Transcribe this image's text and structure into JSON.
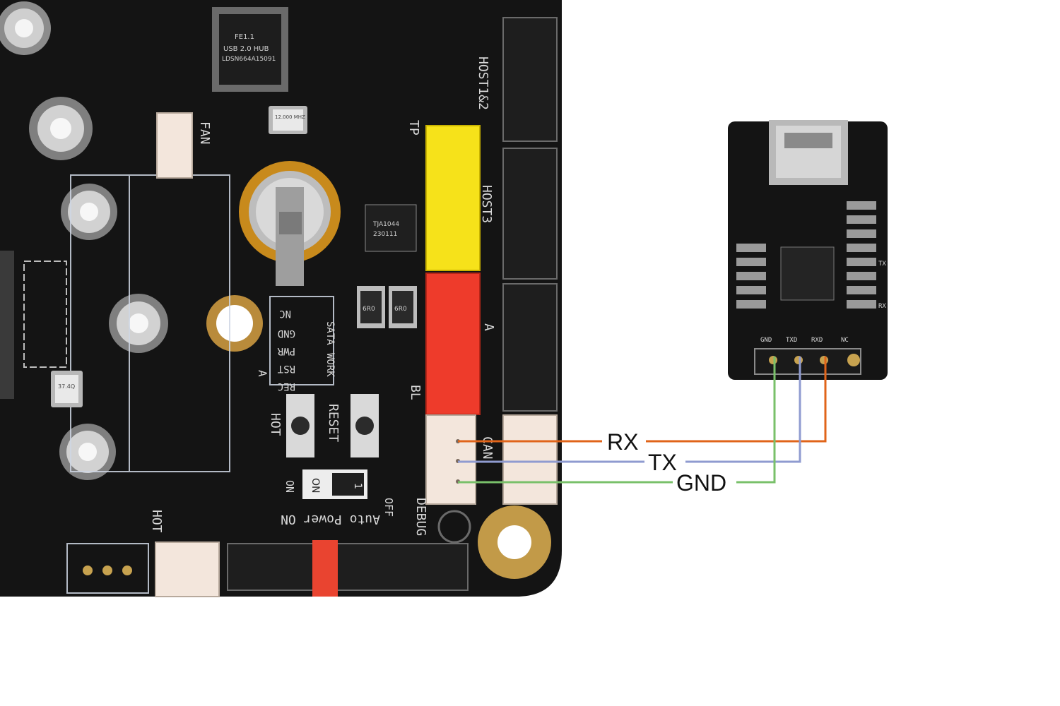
{
  "colors": {
    "rx_wire": "#e0641a",
    "tx_wire": "#8f9bd0",
    "gnd_wire": "#79c06a",
    "board": "#141414",
    "silkscreen": "#d8d8d8",
    "tp_connector": "#f6e21a",
    "a_connector": "#ee3b2b",
    "white_connector": "#f3e6dc"
  },
  "main_board": {
    "chips": {
      "hub_logo": "FE1.1",
      "hub_line1": "USB 2.0 HUB",
      "hub_line2": "LDSN664A15091",
      "crystal": "12.000 MHZ",
      "crystal2": "37.4Q",
      "eeprom": "TJA1044",
      "eeprom2": "230111",
      "inductor1": "6R0",
      "inductor2": "6R0"
    },
    "labels": {
      "host12": "HOST1&2",
      "tp": "TP",
      "fan": "FAN",
      "host3": "HOST3",
      "a_conn": "A",
      "bl": "BL",
      "can": "CAN",
      "debug": "DEBUG",
      "hot_btn": "HOT",
      "reset_btn": "RESET",
      "hot_conn": "HOT",
      "sw_on_side": "ON",
      "sw_knob_on": "ON",
      "sw_knob_1": "1",
      "sw_off": "OFF",
      "auto_power": "Auto Power ON",
      "led_nc": "NC",
      "led_gnd": "GND",
      "led_pwr": "PWR",
      "led_rst": "RST",
      "led_rec": "REC",
      "led_sata": "SATA",
      "led_work": "WORK",
      "led_a": "A"
    }
  },
  "usb_module": {
    "pins": [
      "GND",
      "TXD",
      "RXD",
      "NC"
    ],
    "side_tx": "TX",
    "side_rx": "RX"
  },
  "wires": [
    {
      "label": "RX",
      "color_key": "rx_wire"
    },
    {
      "label": "TX",
      "color_key": "tx_wire"
    },
    {
      "label": "GND",
      "color_key": "gnd_wire"
    }
  ]
}
